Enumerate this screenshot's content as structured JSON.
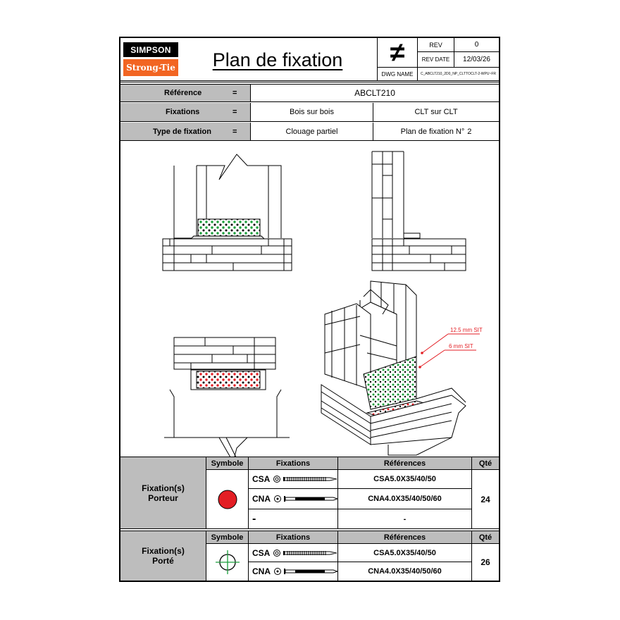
{
  "header": {
    "logo_top": "SIMPSON",
    "logo_bottom": "Strong-Tie",
    "title": "Plan de fixation",
    "symbol": "≠",
    "rev_label": "REV",
    "rev_value": "0",
    "rev_date_label": "REV DATE",
    "rev_date_value": "12/03/26",
    "dwg_name_label": "DWG NAME",
    "dwg_name_value": "C_ABCLT210_2D0_NP_CLTTOCLT-2-WPU~FR"
  },
  "info": {
    "reference_label": "Référence",
    "reference_value": "ABCLT210",
    "fixations_label": "Fixations",
    "fixations_left": "Bois sur bois",
    "fixations_right": "CLT sur CLT",
    "type_label": "Type de fixation",
    "type_left": "Clouage partiel",
    "type_right": "Plan de fixation N°",
    "type_right_number": "2",
    "equals": "="
  },
  "drawing": {
    "annotation_1": "12.5 mm SIT",
    "annotation_2": "6 mm SIT"
  },
  "table1": {
    "group_label_line1": "Fixation(s)",
    "group_label_line2": "Porteur",
    "col_symbol": "Symbole",
    "col_fixations": "Fixations",
    "col_references": "Références",
    "col_qty": "Qté",
    "rows": [
      {
        "fixation": "CSA",
        "reference": "CSA5.0X35/40/50"
      },
      {
        "fixation": "CNA",
        "reference": "CNA4.0X35/40/50/60"
      },
      {
        "fixation": "-",
        "reference": "-"
      }
    ],
    "qty": "24",
    "symbol_color": "#e31e24"
  },
  "table2": {
    "group_label_line1": "Fixation(s)",
    "group_label_line2": "Porté",
    "col_symbol": "Symbole",
    "col_fixations": "Fixations",
    "col_references": "Références",
    "col_qty": "Qté",
    "rows": [
      {
        "fixation": "CSA",
        "reference": "CSA5.0X35/40/50"
      },
      {
        "fixation": "CNA",
        "reference": "CNA4.0X35/40/50/60"
      }
    ],
    "qty": "26",
    "symbol_color": "#1a9e3a"
  }
}
